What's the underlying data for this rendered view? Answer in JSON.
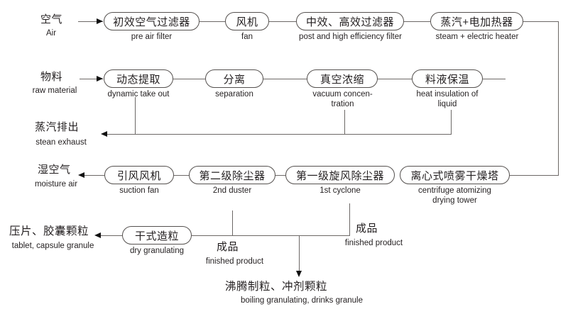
{
  "diagram": {
    "title": "Spray drying production flow chart",
    "line_color": "#6c6866",
    "node_border_color": "#55514f",
    "text_color": "#231f20"
  },
  "rows": {
    "air_line": {
      "input_zh": "空气",
      "input_en": "Air",
      "nodes": [
        {
          "zh": "初效空气过滤器",
          "en": "pre air filter"
        },
        {
          "zh": "风机",
          "en": "fan"
        },
        {
          "zh": "中效、高效过滤器",
          "en": "post and high efficiency filter"
        },
        {
          "zh": "蒸汽+电加热器",
          "en": "steam + electric heater"
        }
      ]
    },
    "material_line": {
      "input_zh": "物料",
      "input_en": "raw material",
      "nodes": [
        {
          "zh": "动态提取",
          "en": "dynamic take out"
        },
        {
          "zh": "分离",
          "en": "separation"
        },
        {
          "zh": "真空浓缩",
          "en": "vacuum concen-\ntration"
        },
        {
          "zh": "料液保温",
          "en": "heat insulation of\nliquid"
        }
      ]
    },
    "exhaust": {
      "zh": "蒸汽排出",
      "en": "stean exhaust"
    },
    "moisture_line": {
      "output_zh": "湿空气",
      "output_en": "moisture air",
      "nodes": [
        {
          "zh": "引风风机",
          "en": "suction fan"
        },
        {
          "zh": "第二级除尘器",
          "en": "2nd duster"
        },
        {
          "zh": "第一级旋风除尘器",
          "en": "1st cyclone"
        },
        {
          "zh": "离心式喷雾干燥塔",
          "en": "centrifuge atomizing\ndrying tower"
        }
      ]
    },
    "product_line": {
      "output_zh": "压片、胶囊颗粒",
      "output_en": "tablet, capsule granule",
      "nodes": [
        {
          "zh": "干式造粒",
          "en": "dry granulating"
        }
      ],
      "branch_labels": [
        {
          "zh": "成品",
          "en": "finished product"
        },
        {
          "zh": "成品",
          "en": "finished product"
        }
      ],
      "terminal_zh": "沸腾制粒、冲剂颗粒",
      "terminal_en": "boiling granulating, drinks granule"
    }
  }
}
